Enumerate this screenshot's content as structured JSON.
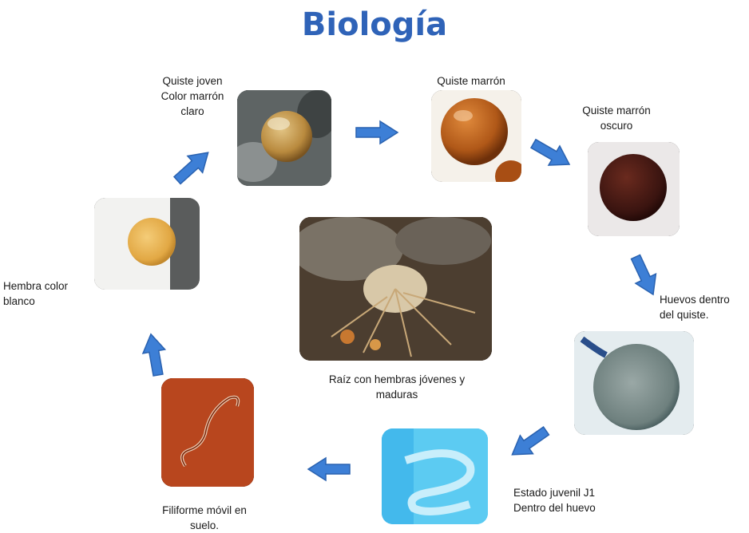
{
  "title": "Biología",
  "colors": {
    "title": "#2f63b8",
    "arrow": "#3d7fd6",
    "arrow_edge": "#2a62b0"
  },
  "stages": [
    {
      "id": "young-cyst",
      "label_lines": [
        "Quiste joven",
        "Color marrón",
        "claro"
      ]
    },
    {
      "id": "brown-cyst",
      "label_lines": [
        "Quiste  marrón"
      ]
    },
    {
      "id": "dark-brown-cyst",
      "label_lines": [
        "Quiste marrón",
        "oscuro"
      ]
    },
    {
      "id": "eggs-in-cyst",
      "label_lines": [
        "Huevos dentro",
        "del quiste."
      ]
    },
    {
      "id": "juvenile-j1",
      "label_lines": [
        "Estado juvenil J1",
        "Dentro del huevo"
      ]
    },
    {
      "id": "mobile-filiform",
      "label_lines": [
        "Filiforme móvil en",
        "suelo."
      ]
    },
    {
      "id": "white-female",
      "label_lines": [
        "Hembra color",
        "blanco"
      ]
    }
  ],
  "center": {
    "label_lines": [
      "Raíz  con hembras jóvenes y",
      "maduras"
    ]
  }
}
